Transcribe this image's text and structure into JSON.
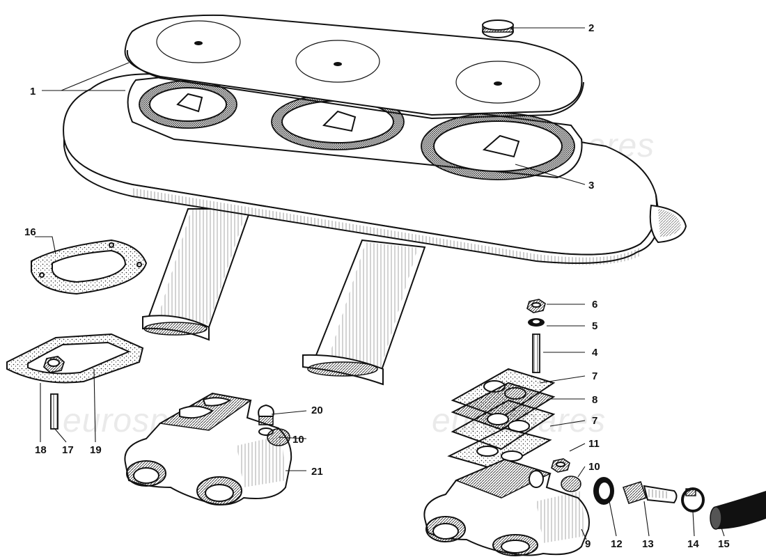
{
  "watermark": {
    "text": "eurospares"
  },
  "callouts": [
    {
      "id": "c1",
      "label": "1",
      "part": "air-filter-housing"
    },
    {
      "id": "c2",
      "label": "2",
      "part": "cover-knob-nut"
    },
    {
      "id": "c3",
      "label": "3",
      "part": "filter-element"
    },
    {
      "id": "c4",
      "label": "4",
      "part": "stud"
    },
    {
      "id": "c5",
      "label": "5",
      "part": "washer"
    },
    {
      "id": "c6",
      "label": "6",
      "part": "nut"
    },
    {
      "id": "c7a",
      "label": "7",
      "part": "gasket-upper"
    },
    {
      "id": "c8",
      "label": "8",
      "part": "insulating-spacer"
    },
    {
      "id": "c7b",
      "label": "7",
      "part": "gasket-lower"
    },
    {
      "id": "c9",
      "label": "9",
      "part": "intake-manifold-right"
    },
    {
      "id": "c10a",
      "label": "10",
      "part": "plug-left"
    },
    {
      "id": "c10b",
      "label": "10",
      "part": "plug-right"
    },
    {
      "id": "c11",
      "label": "11",
      "part": "manifold-nut"
    },
    {
      "id": "c12",
      "label": "12",
      "part": "sealing-ring"
    },
    {
      "id": "c13",
      "label": "13",
      "part": "hose-union"
    },
    {
      "id": "c14",
      "label": "14",
      "part": "hose-clamp"
    },
    {
      "id": "c15",
      "label": "15",
      "part": "hose"
    },
    {
      "id": "c16",
      "label": "16",
      "part": "filter-gasket"
    },
    {
      "id": "c17",
      "label": "17",
      "part": "manifold-stud"
    },
    {
      "id": "c18",
      "label": "18",
      "part": "manifold-nut-left"
    },
    {
      "id": "c19",
      "label": "19",
      "part": "manifold-gasket"
    },
    {
      "id": "c20",
      "label": "20",
      "part": "cap-nut"
    },
    {
      "id": "c21",
      "label": "21",
      "part": "intake-manifold-left"
    }
  ]
}
